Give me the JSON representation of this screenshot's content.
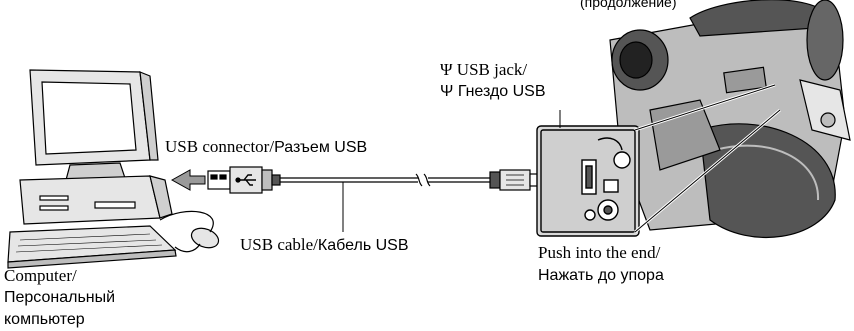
{
  "labels": {
    "usb_jack_en": "Ψ USB jack/",
    "usb_jack_ru": "Ψ Гнездо USB",
    "usb_connector_en": "USB connector/",
    "usb_connector_ru": "Разъем USB",
    "usb_cable_en": "USB cable/",
    "usb_cable_ru": "Кабель USB",
    "push_en": "Push into the end/",
    "push_ru": "Нажать до упора",
    "computer_en": "Computer/",
    "computer_ru_1": "Персональный",
    "computer_ru_2": "компьютер",
    "top_partial": "(продолжение)"
  },
  "colors": {
    "line": "#000000",
    "fill_light": "#e6e6e6",
    "fill_mid": "#bdbdbd",
    "fill_dark": "#555555",
    "arrow_light": "#9a9a9a"
  },
  "icons": [
    "usb-trident-icon"
  ]
}
